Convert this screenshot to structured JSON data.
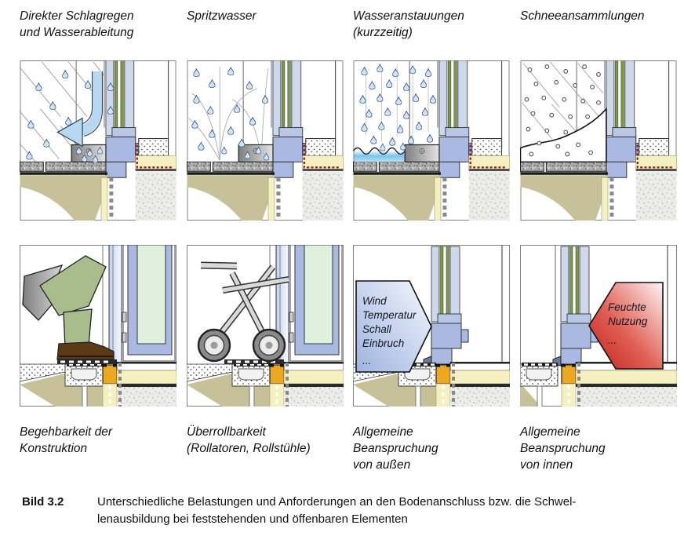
{
  "figure": {
    "caption_number": "Bild 3.2",
    "caption_text": "Unterschiedliche Belastungen und Anforderungen an den Bodenanschluss bzw. die Schwel-\nlenausbildung bei feststehenden und öffenbaren Elementen"
  },
  "panels": [
    {
      "label": "Direkter Schlagregen\nund Wasserableitung"
    },
    {
      "label": "Spritzwasser"
    },
    {
      "label": "Wasseranstauungen\n(kurzzeitig)"
    },
    {
      "label": "Schneeansammlungen"
    },
    {
      "label": "Begehbarkeit der\nKonstruktion"
    },
    {
      "label": "Überrollbarkeit\n(Rollatoren, Rollstühle)"
    },
    {
      "label": "Allgemeine\nBeanspruchung\nvon außen",
      "arrow_lines": [
        "Wind",
        "Temperatur",
        "Schall",
        "Einbruch",
        "..."
      ]
    },
    {
      "label": "Allgemeine\nBeanspruchung\nvon innen",
      "arrow_lines": [
        "Feuchte",
        "Nutzung",
        "..."
      ]
    }
  ],
  "colors": {
    "frame_blue": "#a9b9e2",
    "glass_green": "#7d9b42",
    "surround_blue": "#cdd9ea",
    "insulation_yellow": "#f4f0c0",
    "threshold_orange": "#eda821",
    "mortar_tan": "#c6c199",
    "water_blue": "#7cc4ea",
    "arrow_outside_blue": "#9db3e0",
    "arrow_inside_red": "#c41e1a",
    "seal_red": "#991111"
  }
}
